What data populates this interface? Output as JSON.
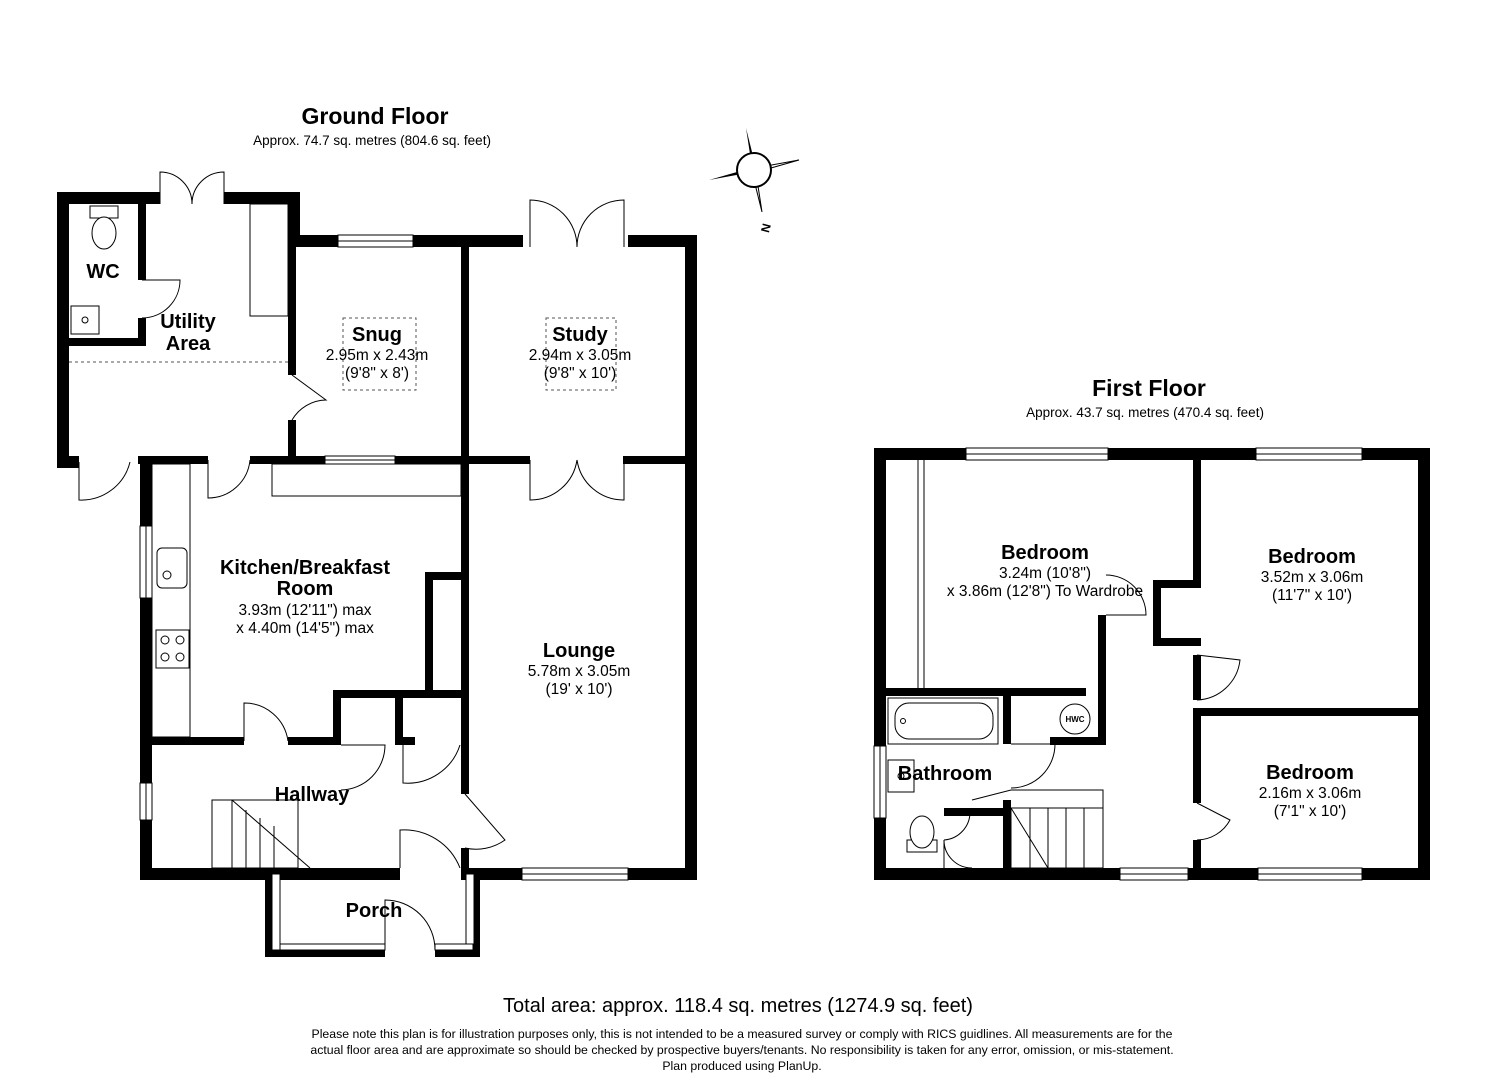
{
  "ground_floor": {
    "title": "Ground Floor",
    "area": "Approx. 74.7 sq. metres (804.6 sq. feet)",
    "rooms": {
      "wc": {
        "name": "WC"
      },
      "utility": {
        "name_line1": "Utility",
        "name_line2": "Area"
      },
      "snug": {
        "name": "Snug",
        "dim1": "2.95m x 2.43m",
        "dim2": "(9'8\" x 8')"
      },
      "study": {
        "name": "Study",
        "dim1": "2.94m x 3.05m",
        "dim2": "(9'8\" x 10')"
      },
      "kitchen": {
        "name_line1": "Kitchen/Breakfast",
        "name_line2": "Room",
        "dim1": "3.93m (12'11\") max",
        "dim2": "x 4.40m (14'5\") max"
      },
      "lounge": {
        "name": "Lounge",
        "dim1": "5.78m x 3.05m",
        "dim2": "(19' x 10')"
      },
      "hallway": {
        "name": "Hallway"
      },
      "porch": {
        "name": "Porch"
      }
    }
  },
  "first_floor": {
    "title": "First Floor",
    "area": "Approx. 43.7 sq. metres (470.4 sq. feet)",
    "rooms": {
      "bedroom1": {
        "name": "Bedroom",
        "dim1": "3.24m (10'8\")",
        "dim2": "x 3.86m (12'8\") To Wardrobe"
      },
      "bedroom2": {
        "name": "Bedroom",
        "dim1": "3.52m x 3.06m",
        "dim2": "(11'7\" x 10')"
      },
      "bedroom3": {
        "name": "Bedroom",
        "dim1": "2.16m x 3.06m",
        "dim2": "(7'1\" x 10')"
      },
      "bathroom": {
        "name": "Bathroom"
      },
      "hwc": {
        "name": "HWC"
      }
    }
  },
  "compass": {
    "label": "N"
  },
  "total_area": "Total area: approx. 118.4 sq. metres (1274.9 sq. feet)",
  "disclaimer": {
    "line1": "Please note this plan is for illustration purposes only, this is not intended to be a measured survey or comply with RICS guidlines. All measurements are for the",
    "line2": "actual floor area and are approximate so should be checked by prospective buyers/tenants. No responsibility is taken for any error, omission, or mis-statement.",
    "line3": "Plan produced using PlanUp."
  }
}
